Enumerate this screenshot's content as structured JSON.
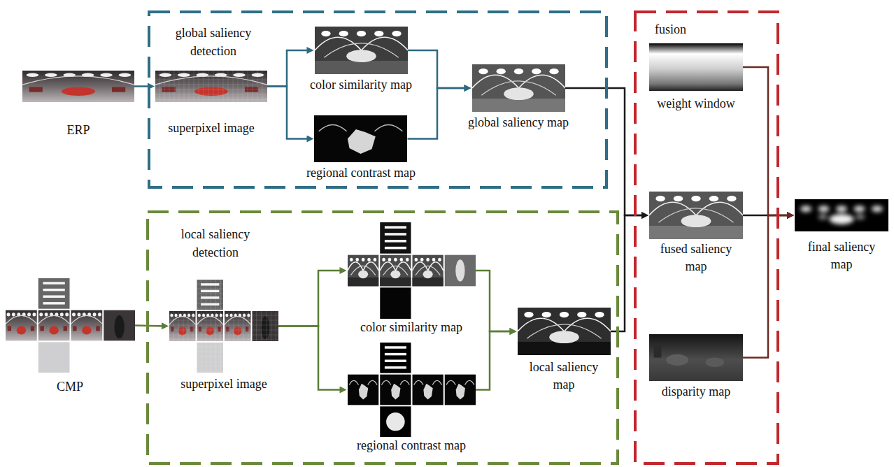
{
  "diagram": {
    "nodes": [
      {
        "text": [
          "ERP"
        ]
      },
      {
        "text": [
          "global saliency detection"
        ]
      },
      {
        "text": [
          "superpixel image"
        ],
        "in": 1
      },
      {
        "text": [
          "color similarity map"
        ],
        "in": 1
      },
      {
        "text": [
          "regional contrast map"
        ],
        "in": 1
      },
      {
        "text": [
          "global saliency map"
        ],
        "in": 1
      },
      {
        "text": [
          "fusion"
        ]
      },
      {
        "text": [
          "weight window"
        ],
        "in": 6
      },
      {
        "text": [
          "fused saliency map"
        ],
        "in": 6
      },
      {
        "text": [
          "disparity map"
        ],
        "in": 6
      },
      {
        "text": [
          "final saliency map"
        ]
      },
      {
        "text": [
          "CMP"
        ]
      },
      {
        "text": [
          "local saliency detection"
        ]
      },
      {
        "text": [
          "superpixel image"
        ],
        "in": 12
      },
      {
        "text": [
          "color similarity map"
        ],
        "in": 12
      },
      {
        "text": [
          "regional contrast map"
        ],
        "in": 12
      },
      {
        "text": [
          "local saliency map"
        ],
        "in": 12
      }
    ],
    "edges": [
      {
        "from": 0,
        "to": 2,
        "arrow": "to"
      },
      {
        "from": 2,
        "to": 3,
        "arrow": "to"
      },
      {
        "from": 2,
        "to": 4,
        "arrow": "to"
      },
      {
        "from": 3,
        "to": 5,
        "arrow": "to"
      },
      {
        "from": 4,
        "to": 5,
        "arrow": "to"
      },
      {
        "from": 5,
        "to": 8,
        "arrow": "to"
      },
      {
        "from": 16,
        "to": 8,
        "arrow": "to"
      },
      {
        "from": 8,
        "to": 10,
        "arrow": "to"
      },
      {
        "from": 7,
        "to": 10,
        "arrow": "to"
      },
      {
        "from": 9,
        "to": 10,
        "arrow": "to"
      },
      {
        "from": 11,
        "to": 13,
        "arrow": "to"
      },
      {
        "from": 13,
        "to": 14,
        "arrow": "to"
      },
      {
        "from": 13,
        "to": 15,
        "arrow": "to"
      },
      {
        "from": 14,
        "to": 16,
        "arrow": "to"
      },
      {
        "from": 15,
        "to": 16,
        "arrow": "to"
      }
    ]
  }
}
